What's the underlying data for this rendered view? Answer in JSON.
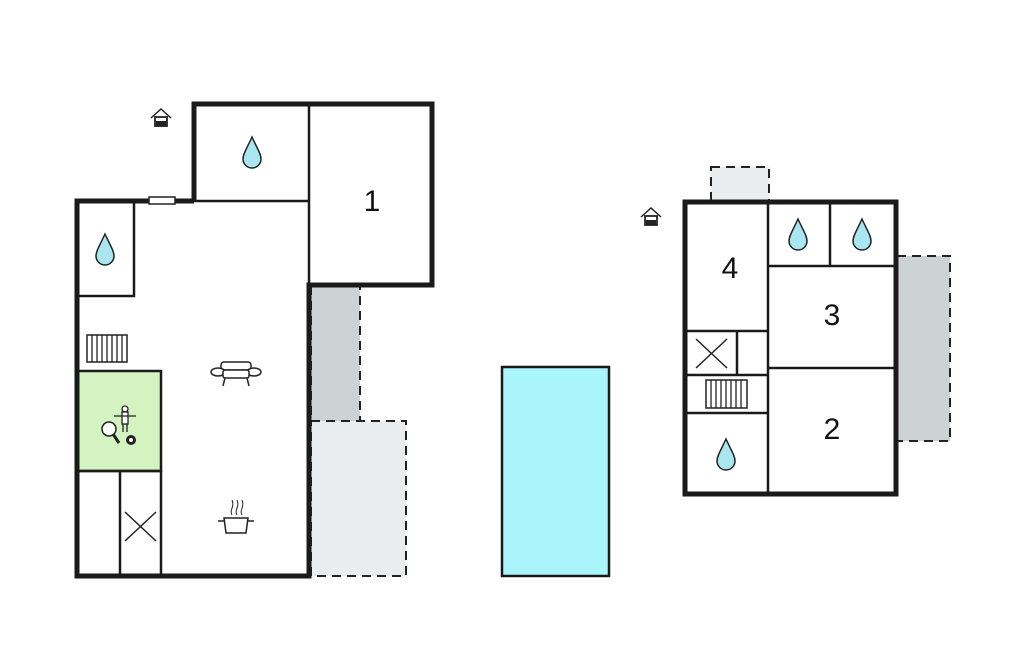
{
  "colors": {
    "wall": "#1a1a1a",
    "water": "#a9e6f0",
    "pool": "#aaf4fb",
    "terrace_dark": "#cdd3d4",
    "terrace_light": "#e9eded",
    "activity_room": "#d3f4c0"
  },
  "rooms": {
    "bedroom_1": "1",
    "bedroom_2": "2",
    "bedroom_3": "3",
    "bedroom_4": "4"
  },
  "icons": {
    "entrance": "entrance-icon",
    "bathroom": "water-drop-icon",
    "sauna": "sauna-heater-icon",
    "living_room": "sofa-icon",
    "kitchen": "cooking-pot-icon",
    "activity": "table-tennis-foosball-billiard-icon",
    "utility": "cross-box-icon"
  }
}
